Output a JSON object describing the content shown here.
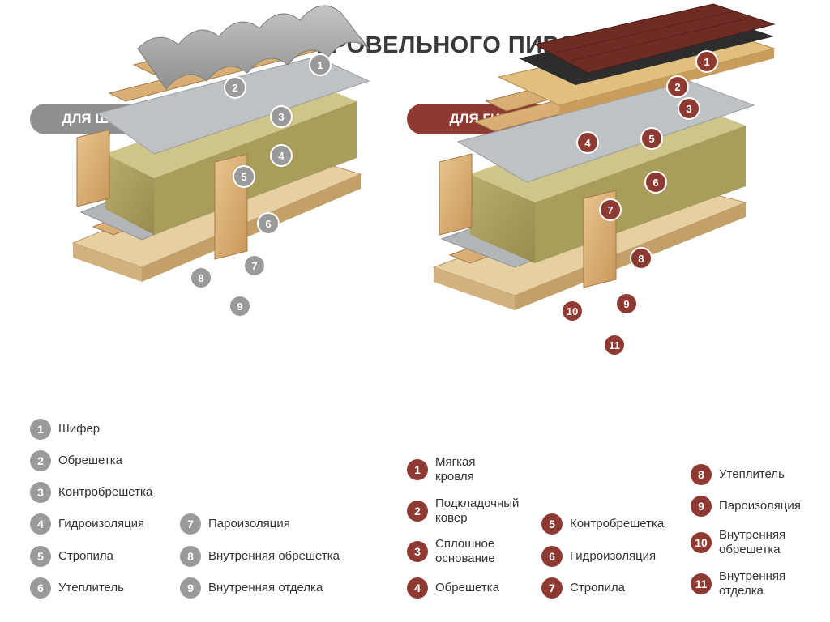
{
  "title": "СХЕМА КРОВЕЛЬНОГО ПИРОГА",
  "colors": {
    "gray_badge": "#9a9a9a",
    "red_badge": "#8e3a33"
  },
  "left": {
    "label": "ДЛЯ ШИФЕРА",
    "legend": [
      {
        "num": "1",
        "text": "Шифер"
      },
      {
        "num": "2",
        "text": "Обрешетка"
      },
      {
        "num": "3",
        "text": "Контробрешетка"
      },
      {
        "num": "4",
        "text": "Гидроизоляция"
      },
      {
        "num": "5",
        "text": "Стропила"
      },
      {
        "num": "6",
        "text": "Утеплитель"
      },
      {
        "num": "7",
        "text": "Пароизоляция"
      },
      {
        "num": "8",
        "text": "Внутренняя обрешетка"
      },
      {
        "num": "9",
        "text": "Внутренняя отделка"
      }
    ]
  },
  "right": {
    "label": "ДЛЯ ГИБКОЙ ЧЕРЕПИЦЫ",
    "legend": [
      {
        "num": "1",
        "text": "Мягкая\nкровля"
      },
      {
        "num": "2",
        "text": "Подкладочный\nковер"
      },
      {
        "num": "3",
        "text": "Сплошное\nоснование"
      },
      {
        "num": "4",
        "text": "Обрешетка"
      },
      {
        "num": "5",
        "text": "Контробрешетка"
      },
      {
        "num": "6",
        "text": "Гидроизоляция"
      },
      {
        "num": "7",
        "text": "Стропила"
      },
      {
        "num": "8",
        "text": "Утеплитель"
      },
      {
        "num": "9",
        "text": "Пароизоляция"
      },
      {
        "num": "10",
        "text": "Внутренняя\nобрешетка"
      },
      {
        "num": "11",
        "text": "Внутренняя\nотделка"
      }
    ]
  }
}
